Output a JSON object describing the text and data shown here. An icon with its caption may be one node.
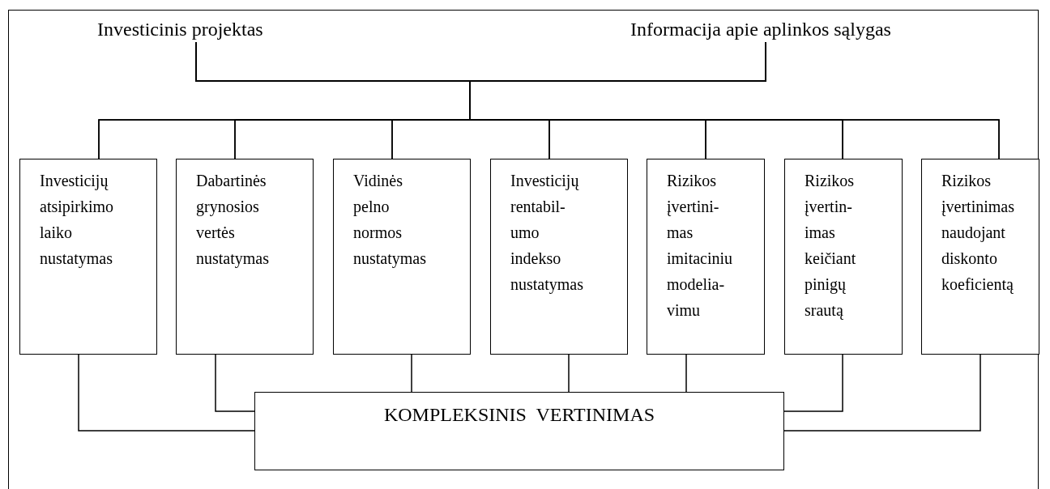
{
  "diagram": {
    "nodes": [
      {
        "text": [
          "Investicinis projektas"
        ]
      },
      {
        "text": [
          "Informacija apie aplinkos sąlygas"
        ]
      },
      {
        "text": [
          "Investicijų atsipirkimo laiko nustatymas"
        ]
      },
      {
        "text": [
          "Dabartinės grynosios vertės nustatymas"
        ]
      },
      {
        "text": [
          "Vidinės pelno normos nustatymas"
        ]
      },
      {
        "text": [
          "Investicijų rentabil- umo indekso nustatymas"
        ]
      },
      {
        "text": [
          "Rizikos įvertini- mas imitaciniu modelia- vimu"
        ]
      },
      {
        "text": [
          "Rizikos įvertin- imas keičiant pinigų srautą"
        ]
      },
      {
        "text": [
          "Rizikos įvertinimas naudojant diskonto koeficientą"
        ]
      },
      {
        "text": [
          "KOMPLEKSINIS  VERTINIMAS"
        ]
      }
    ],
    "edges": [
      {
        "from": 0,
        "to": 2,
        "arrow": "none"
      },
      {
        "from": 0,
        "to": 3,
        "arrow": "none"
      },
      {
        "from": 0,
        "to": 4,
        "arrow": "none"
      },
      {
        "from": 0,
        "to": 5,
        "arrow": "none"
      },
      {
        "from": 0,
        "to": 6,
        "arrow": "none"
      },
      {
        "from": 0,
        "to": 7,
        "arrow": "none"
      },
      {
        "from": 0,
        "to": 8,
        "arrow": "none"
      },
      {
        "from": 1,
        "to": 2,
        "arrow": "none"
      },
      {
        "from": 1,
        "to": 3,
        "arrow": "none"
      },
      {
        "from": 1,
        "to": 4,
        "arrow": "none"
      },
      {
        "from": 1,
        "to": 5,
        "arrow": "none"
      },
      {
        "from": 1,
        "to": 6,
        "arrow": "none"
      },
      {
        "from": 1,
        "to": 7,
        "arrow": "none"
      },
      {
        "from": 1,
        "to": 8,
        "arrow": "none"
      },
      {
        "from": 2,
        "to": 9,
        "arrow": "none"
      },
      {
        "from": 3,
        "to": 9,
        "arrow": "none"
      },
      {
        "from": 4,
        "to": 9,
        "arrow": "none"
      },
      {
        "from": 5,
        "to": 9,
        "arrow": "none"
      },
      {
        "from": 6,
        "to": 9,
        "arrow": "none"
      },
      {
        "from": 7,
        "to": 9,
        "arrow": "none"
      },
      {
        "from": 8,
        "to": 9,
        "arrow": "none"
      }
    ]
  }
}
